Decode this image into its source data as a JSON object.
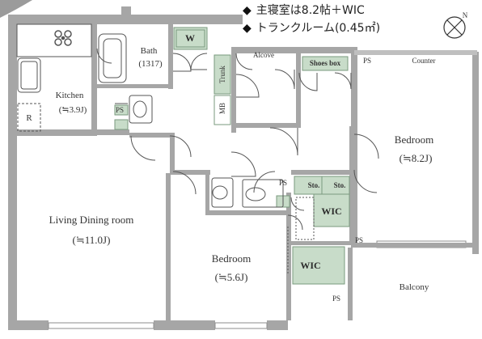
{
  "notes": [
    {
      "marker": "◆",
      "text": "主寝室は8.2帖＋WIC"
    },
    {
      "marker": "◆",
      "text": "トランクルーム(0.45㎡)"
    }
  ],
  "compass": {
    "letter": "N"
  },
  "rooms": {
    "kitchen": {
      "name": "Kitchen",
      "size": "(≒3.9J)"
    },
    "bath": {
      "name": "Bath",
      "size": "(1317)"
    },
    "washer": "W",
    "refrigerator": "R",
    "alcove": "Alcove",
    "trunk": "Trunk",
    "mb": "MB",
    "shoes_box": "Shoes box",
    "ps_kitchen": "PS",
    "ps_top": "PS",
    "ps_middle": "PS",
    "ps_right": "PS",
    "ps_bottom": "PS",
    "counter": "Counter",
    "bedroom_main": {
      "name": "Bedroom",
      "size": "(≒8.2J)"
    },
    "sto_left": "Sto.",
    "sto_right": "Sto.",
    "wic_main": "WIC",
    "wic_second": "WIC",
    "living": {
      "name": "Living Dining room",
      "size": "(≒11.0J)"
    },
    "bedroom_second": {
      "name": "Bedroom",
      "size": "(≒5.6J)"
    },
    "balcony": "Balcony"
  },
  "colors": {
    "wall": "#a6a6a6",
    "wall_dark": "#8c8c8c",
    "green_fill": "#c8dcc9",
    "green_stroke": "#7a9a7e",
    "line": "#555555",
    "page": "#ffffff"
  }
}
